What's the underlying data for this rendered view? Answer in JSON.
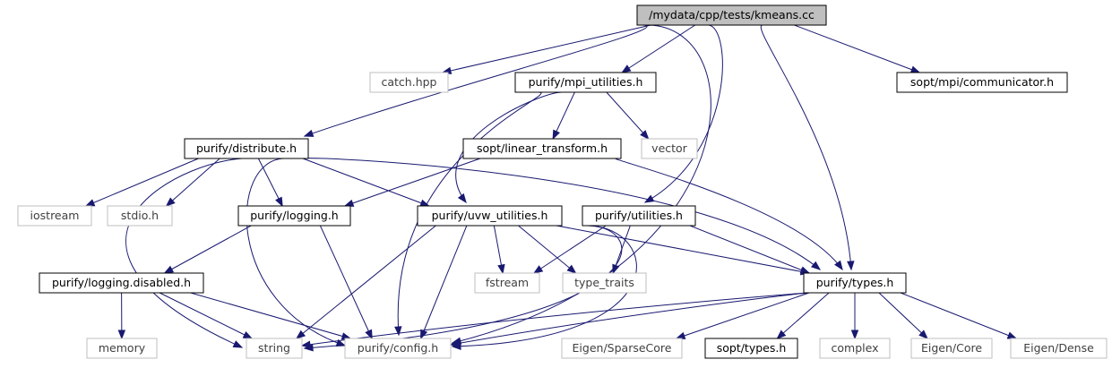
{
  "graph": {
    "colors": {
      "edge": "#191970",
      "node_border": "#000000",
      "system_border": "#bfbfbf",
      "root_fill": "#bfbfbf"
    },
    "nodes": {
      "kmeans": {
        "label": "/mydata/cpp/tests/kmeans.cc",
        "kind": "root"
      },
      "catch": {
        "label": "catch.hpp",
        "kind": "system"
      },
      "mpi_utilities": {
        "label": "purify/mpi_utilities.h",
        "kind": "local"
      },
      "communicator": {
        "label": "sopt/mpi/communicator.h",
        "kind": "local"
      },
      "distribute": {
        "label": "purify/distribute.h",
        "kind": "local"
      },
      "linear_transform": {
        "label": "sopt/linear_transform.h",
        "kind": "local"
      },
      "vector": {
        "label": "vector",
        "kind": "system"
      },
      "iostream": {
        "label": "iostream",
        "kind": "system"
      },
      "stdio": {
        "label": "stdio.h",
        "kind": "system"
      },
      "logging": {
        "label": "purify/logging.h",
        "kind": "local"
      },
      "uvw_utilities": {
        "label": "purify/uvw_utilities.h",
        "kind": "local"
      },
      "utilities": {
        "label": "purify/utilities.h",
        "kind": "local"
      },
      "logging_disabled": {
        "label": "purify/logging.disabled.h",
        "kind": "local"
      },
      "fstream": {
        "label": "fstream",
        "kind": "system"
      },
      "type_traits": {
        "label": "type_traits",
        "kind": "system"
      },
      "types": {
        "label": "purify/types.h",
        "kind": "local"
      },
      "memory": {
        "label": "memory",
        "kind": "system"
      },
      "string": {
        "label": "string",
        "kind": "system"
      },
      "config": {
        "label": "purify/config.h",
        "kind": "system"
      },
      "sparsecore": {
        "label": "Eigen/SparseCore",
        "kind": "system"
      },
      "sopt_types": {
        "label": "sopt/types.h",
        "kind": "local"
      },
      "complex": {
        "label": "complex",
        "kind": "system"
      },
      "eigen_core": {
        "label": "Eigen/Core",
        "kind": "system"
      },
      "eigen_dense": {
        "label": "Eigen/Dense",
        "kind": "system"
      }
    },
    "edges": [
      [
        "kmeans",
        "catch"
      ],
      [
        "kmeans",
        "mpi_utilities"
      ],
      [
        "kmeans",
        "communicator"
      ],
      [
        "kmeans",
        "distribute"
      ],
      [
        "kmeans",
        "utilities"
      ],
      [
        "kmeans",
        "types"
      ],
      [
        "kmeans",
        "config"
      ],
      [
        "mpi_utilities",
        "linear_transform"
      ],
      [
        "mpi_utilities",
        "vector"
      ],
      [
        "mpi_utilities",
        "uvw_utilities"
      ],
      [
        "mpi_utilities",
        "config"
      ],
      [
        "linear_transform",
        "logging"
      ],
      [
        "linear_transform",
        "types"
      ],
      [
        "distribute",
        "iostream"
      ],
      [
        "distribute",
        "stdio"
      ],
      [
        "distribute",
        "logging"
      ],
      [
        "distribute",
        "uvw_utilities"
      ],
      [
        "distribute",
        "types"
      ],
      [
        "distribute",
        "string"
      ],
      [
        "distribute",
        "config"
      ],
      [
        "logging",
        "logging_disabled"
      ],
      [
        "logging",
        "config"
      ],
      [
        "logging_disabled",
        "memory"
      ],
      [
        "logging_disabled",
        "string"
      ],
      [
        "logging_disabled",
        "config"
      ],
      [
        "uvw_utilities",
        "fstream"
      ],
      [
        "uvw_utilities",
        "type_traits"
      ],
      [
        "uvw_utilities",
        "types"
      ],
      [
        "uvw_utilities",
        "string"
      ],
      [
        "uvw_utilities",
        "config"
      ],
      [
        "utilities",
        "fstream"
      ],
      [
        "utilities",
        "type_traits"
      ],
      [
        "utilities",
        "types"
      ],
      [
        "utilities",
        "string"
      ],
      [
        "utilities",
        "config"
      ],
      [
        "types",
        "sparsecore"
      ],
      [
        "types",
        "sopt_types"
      ],
      [
        "types",
        "complex"
      ],
      [
        "types",
        "eigen_core"
      ],
      [
        "types",
        "eigen_dense"
      ],
      [
        "types",
        "config"
      ],
      [
        "types",
        "string"
      ]
    ]
  }
}
